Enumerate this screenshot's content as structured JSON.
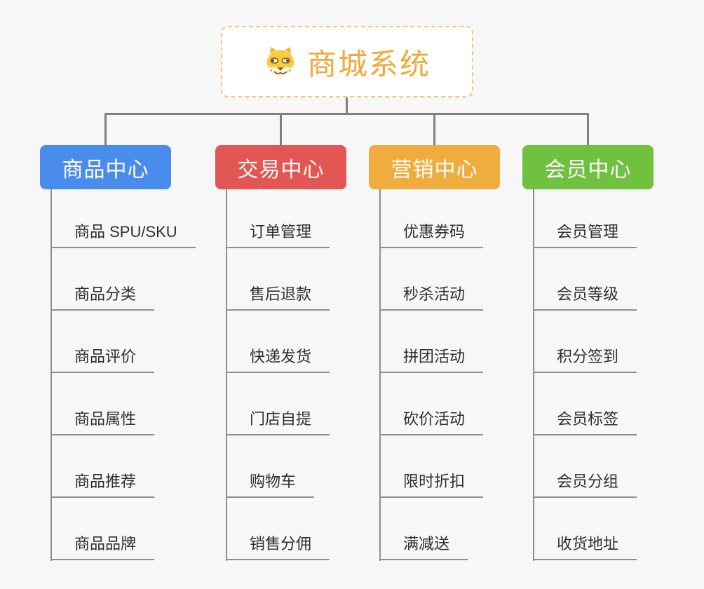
{
  "page": {
    "background_color": "#f7f7f7",
    "connector_color": "#7f7f7f"
  },
  "root": {
    "label": "商城系统",
    "icon": "dog-face-icon",
    "text_color": "#f0a93c",
    "border_color": "#f4c87c",
    "background_color": "#ffffff"
  },
  "branches": [
    {
      "label": "商品中心",
      "color": "#4a8cec",
      "items": [
        "商品 SPU/SKU",
        "商品分类",
        "商品评价",
        "商品属性",
        "商品推荐",
        "商品品牌"
      ]
    },
    {
      "label": "交易中心",
      "color": "#e25653",
      "items": [
        "订单管理",
        "售后退款",
        "快递发货",
        "门店自提",
        "购物车",
        "销售分佣"
      ]
    },
    {
      "label": "营销中心",
      "color": "#efac3f",
      "items": [
        "优惠券码",
        "秒杀活动",
        "拼团活动",
        "砍价活动",
        "限时折扣",
        "满减送"
      ]
    },
    {
      "label": "会员中心",
      "color": "#6fc13f",
      "items": [
        "会员管理",
        "会员等级",
        "积分签到",
        "会员标签",
        "会员分组",
        "收货地址"
      ]
    }
  ]
}
